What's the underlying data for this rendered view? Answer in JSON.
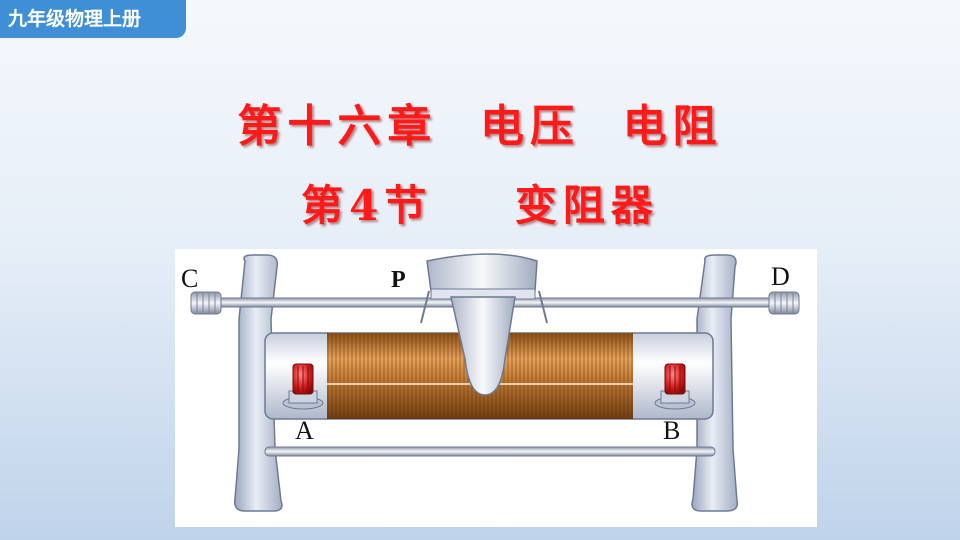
{
  "header": {
    "grade_label": "九年级物理上册"
  },
  "titles": {
    "chapter": "第十六章  电压  电阻",
    "section": "第4节    变阻器"
  },
  "figure": {
    "terminals": {
      "c": "C",
      "p": "P",
      "d": "D",
      "a": "A",
      "b": "B"
    },
    "colors": {
      "coil": "#b8732a",
      "frame": "#c9d1e0",
      "knob": "#d42020"
    }
  }
}
